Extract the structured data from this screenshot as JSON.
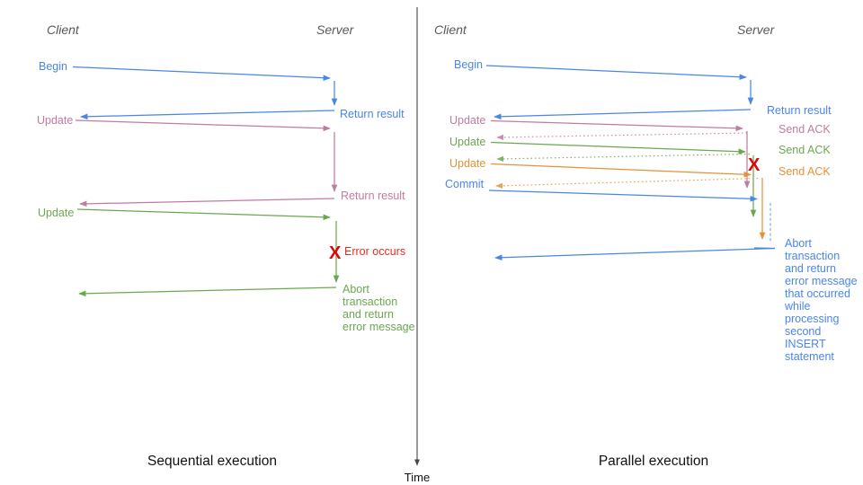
{
  "diagram": {
    "axis": {
      "label": "Time"
    },
    "colors": {
      "blue": "#4a86e8",
      "magenta": "#c27ba0",
      "green": "#6aa84f",
      "orange": "#e69138",
      "red": "#dd0404",
      "header_gray": "#595959",
      "axis_gray": "#444444"
    },
    "left": {
      "caption": "Sequential execution",
      "client_header": "Client",
      "server_header": "Server",
      "labels": {
        "begin": "Begin",
        "return1": "Return result",
        "update1": "Update",
        "return2": "Return result",
        "update2": "Update",
        "error_mark": "X",
        "error": "Error occurs"
      },
      "abort_lines": [
        "Abort",
        "transaction",
        "and return",
        "error message"
      ]
    },
    "right": {
      "caption": "Parallel execution",
      "client_header": "Client",
      "server_header": "Server",
      "labels": {
        "begin": "Begin",
        "return1": "Return result",
        "update1": "Update",
        "ack1": "Send ACK",
        "update2": "Update",
        "ack2": "Send ACK",
        "update3": "Update",
        "ack3": "Send ACK",
        "commit": "Commit",
        "error_mark": "X"
      },
      "abort_lines": [
        "Abort",
        "transaction",
        "and return",
        "error message",
        "that occurred",
        "while",
        "processing",
        "second",
        "INSERT",
        "statement"
      ]
    }
  }
}
